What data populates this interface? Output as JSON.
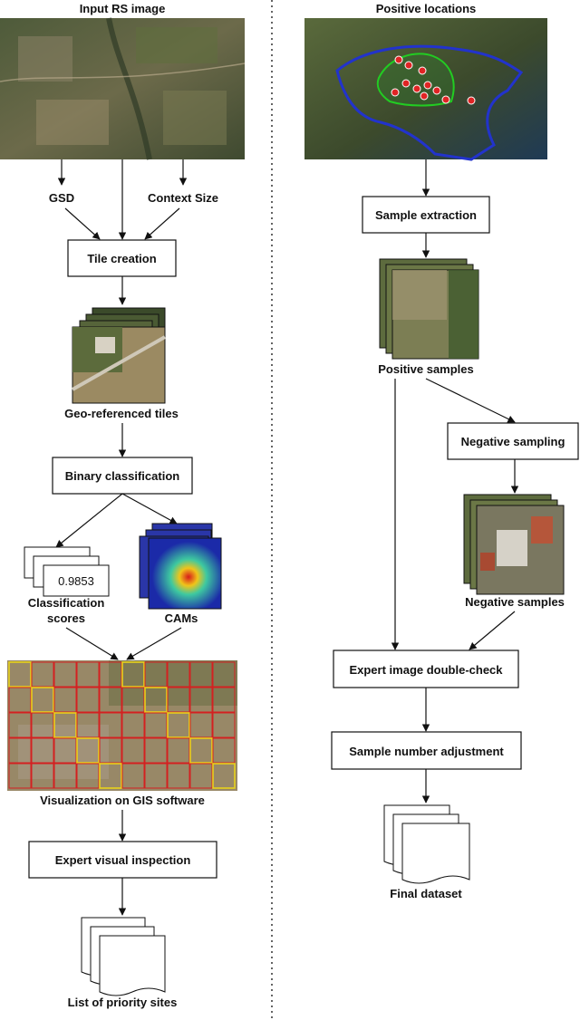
{
  "left": {
    "title": "Input RS image",
    "gsd": "GSD",
    "context_size": "Context Size",
    "tile_creation": "Tile creation",
    "georef_tiles": "Geo-referenced tiles",
    "binary_classification": "Binary classification",
    "score_value": "0.9853",
    "classification_scores_line1": "Classification",
    "classification_scores_line2": "scores",
    "cams": "CAMs",
    "visualization": "Visualization on GIS software",
    "expert_inspection": "Expert visual inspection",
    "priority_sites": "List of priority sites"
  },
  "right": {
    "title": "Positive locations",
    "sample_extraction": "Sample extraction",
    "positive_samples": "Positive samples",
    "negative_sampling": "Negative sampling",
    "negative_samples": "Negative samples",
    "double_check": "Expert image double-check",
    "number_adjustment": "Sample number adjustment",
    "final_dataset": "Final dataset"
  },
  "colors": {
    "region_outline": "#22cc22",
    "country_outline": "#2233cc",
    "map_pin": "#e02424",
    "grid_red": "#d42020",
    "grid_yellow": "#e8d21c"
  }
}
